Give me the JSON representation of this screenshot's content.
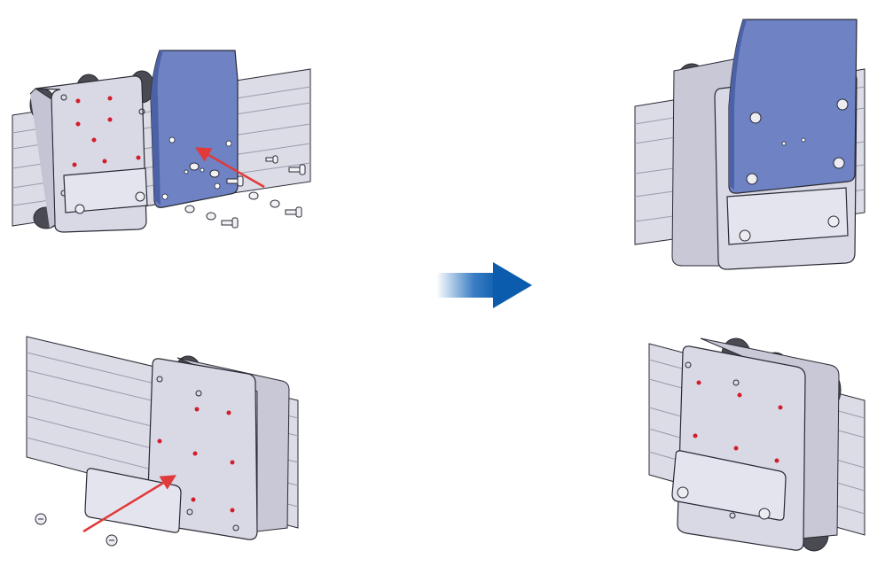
{
  "colors": {
    "background": "#ffffff",
    "rail": "#dcdce6",
    "rail_dark": "#b8b8c8",
    "plate": "#d9d9e6",
    "mount_plate": "#6e82c4",
    "wheel": "#4a4a52",
    "hole_red": "#d21e2a",
    "arrow_red": "#e03a3a",
    "arrow_blue": "#0b5cad",
    "outline": "#2a2a34"
  },
  "panels": [
    {
      "id": "top-left",
      "state": "before",
      "part": "top-mount-plate"
    },
    {
      "id": "top-right",
      "state": "after",
      "part": "top-mount-plate"
    },
    {
      "id": "bottom-left",
      "state": "before",
      "part": "clamp-bar"
    },
    {
      "id": "bottom-right",
      "state": "after",
      "part": "clamp-bar"
    }
  ],
  "icons": {
    "transition": "arrow-right-icon",
    "insert_arrow": "red-arrow-icon",
    "screw": "screw-icon",
    "washer": "washer-icon"
  }
}
